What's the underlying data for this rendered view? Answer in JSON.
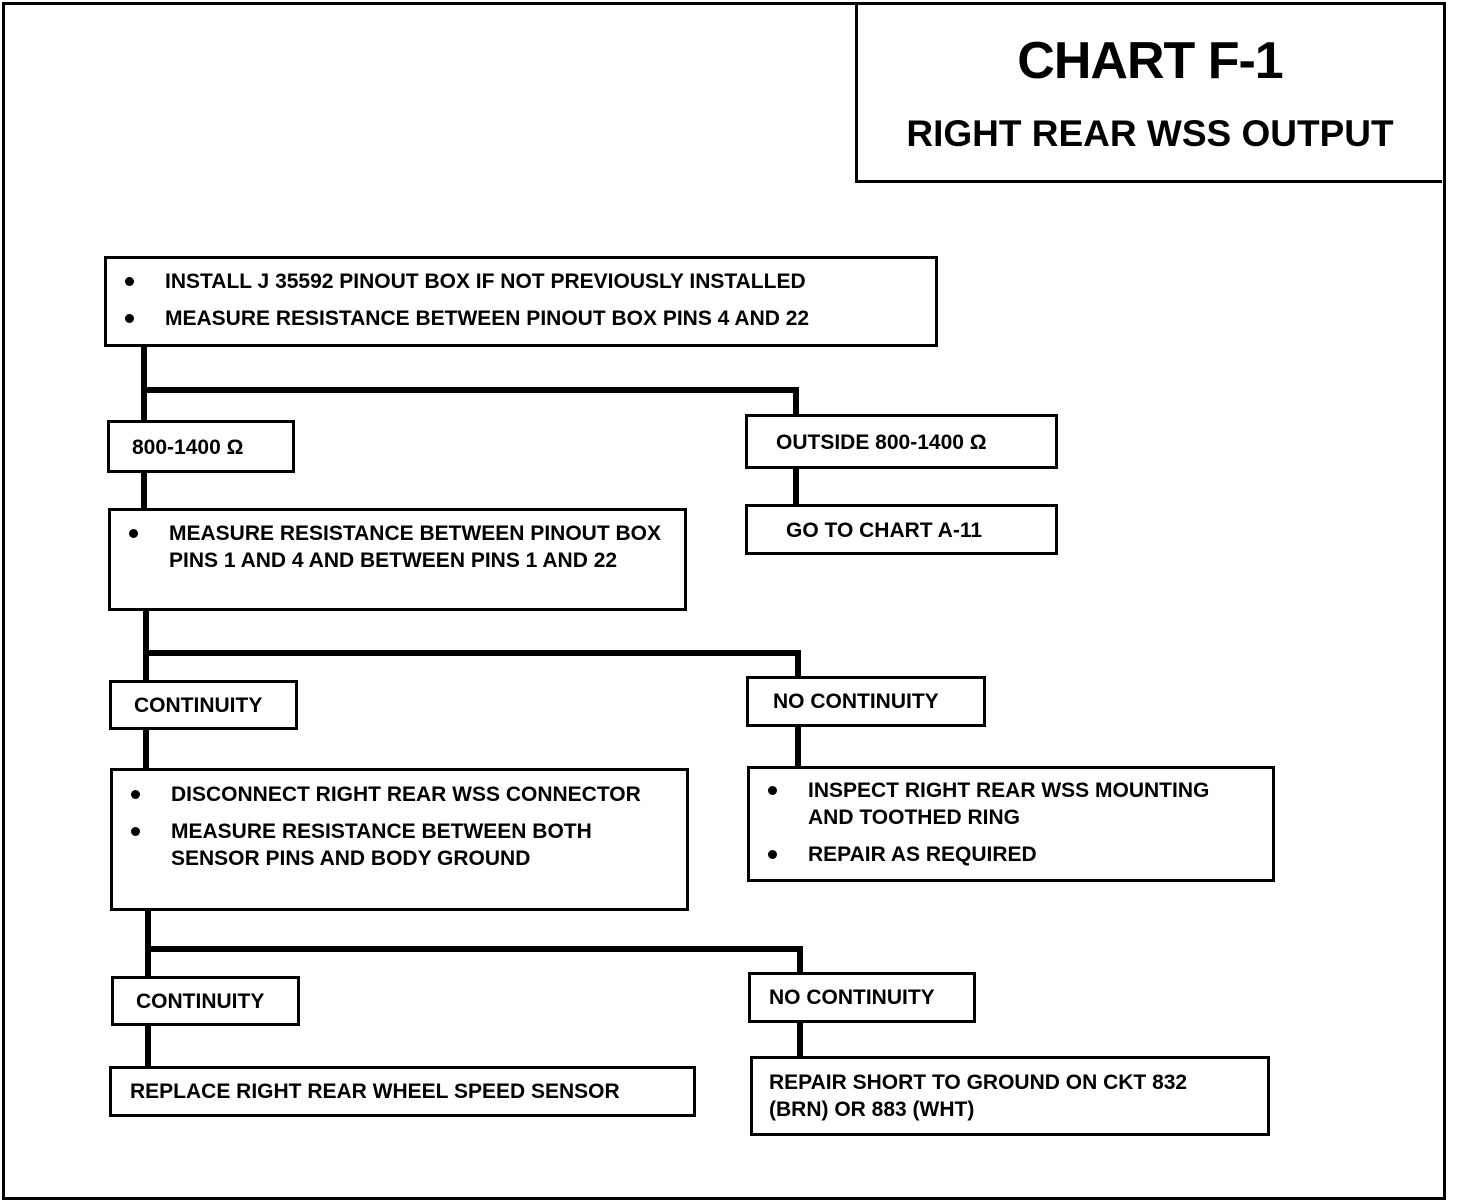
{
  "title": {
    "main": "CHART F-1",
    "sub": "RIGHT REAR WSS OUTPUT"
  },
  "steps": {
    "start": [
      "INSTALL J 35592 PINOUT BOX IF NOT PREVIOUSLY INSTALLED",
      "MEASURE RESISTANCE BETWEEN PINOUT BOX PINS 4 AND 22"
    ],
    "result_in_range": "800-1400 Ω",
    "result_out_range": "OUTSIDE 800-1400 Ω",
    "go_to_chart": "GO TO CHART A-11",
    "measure_pins": [
      "MEASURE RESISTANCE BETWEEN PINOUT BOX PINS 1 AND 4 AND BETWEEN PINS 1 AND 22"
    ],
    "continuity_1": "CONTINUITY",
    "no_continuity_1": "NO CONTINUITY",
    "disconnect": [
      "DISCONNECT RIGHT REAR WSS CONNECTOR",
      "MEASURE RESISTANCE BETWEEN BOTH SENSOR PINS AND BODY GROUND"
    ],
    "inspect": [
      "INSPECT RIGHT REAR WSS MOUNTING AND TOOTHED RING",
      "REPAIR AS REQUIRED"
    ],
    "continuity_2": "CONTINUITY",
    "no_continuity_2": "NO CONTINUITY",
    "replace_sensor": "REPLACE RIGHT REAR WHEEL SPEED SENSOR",
    "repair_short": "REPAIR SHORT TO GROUND ON CKT 832 (BRN) OR 883 (WHT)"
  }
}
